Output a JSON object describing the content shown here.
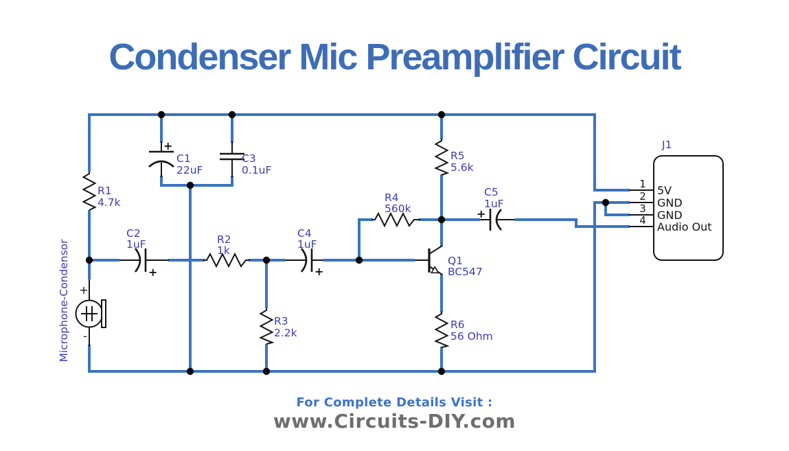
{
  "title": "Condenser Mic Preamplifier Circuit",
  "colors": {
    "wire": "#3a74c2",
    "component_label": "#3c3cb4",
    "title_blue": "#3e6db6",
    "footer_blue": "#3d73c9",
    "footer_gray": "#6e6e6e",
    "symbol_black": "#141414"
  },
  "components": {
    "R1": {
      "ref": "R1",
      "value": "4.7k"
    },
    "R2": {
      "ref": "R2",
      "value": "1k"
    },
    "R3": {
      "ref": "R3",
      "value": "2.2k"
    },
    "R4": {
      "ref": "R4",
      "value": "560k"
    },
    "R5": {
      "ref": "R5",
      "value": "5.6k"
    },
    "R6": {
      "ref": "R6",
      "value": "56 Ohm"
    },
    "C1": {
      "ref": "C1",
      "value": "22uF"
    },
    "C2": {
      "ref": "C2",
      "value": "1uF"
    },
    "C3": {
      "ref": "C3",
      "value": "0.1uF"
    },
    "C4": {
      "ref": "C4",
      "value": "1uF"
    },
    "C5": {
      "ref": "C5",
      "value": "1uF"
    },
    "Q1": {
      "ref": "Q1",
      "value": "BC547"
    }
  },
  "microphone": {
    "label": "Microphone-Condensor",
    "plus": "+",
    "minus": "-"
  },
  "polarity": {
    "plus": "+"
  },
  "connector": {
    "ref": "J1",
    "pins": [
      {
        "number": "1",
        "label": "5V"
      },
      {
        "number": "2",
        "label": "GND"
      },
      {
        "number": "3",
        "label": "GND"
      },
      {
        "number": "4",
        "label": "Audio Out"
      }
    ]
  },
  "footer": {
    "line1": "For Complete Details Visit :",
    "line2": "www.Circuits-DIY.com"
  }
}
